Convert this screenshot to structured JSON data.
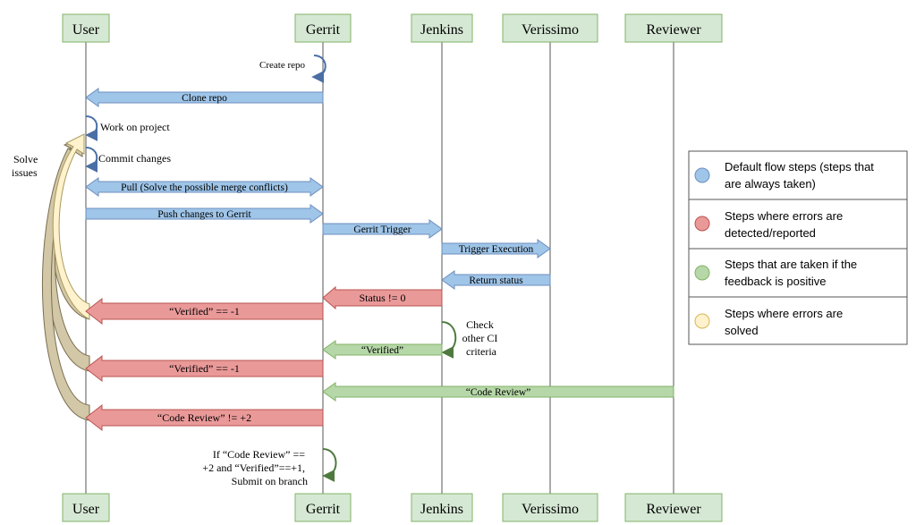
{
  "colors": {
    "actor_fill": "#d5e8d4",
    "actor_stroke": "#82b366",
    "blue_fill": "#9fc5e8",
    "blue_stroke": "#6c8ebf",
    "red_fill": "#ea9999",
    "red_stroke": "#b85450",
    "green_fill": "#b6d7a8",
    "green_stroke": "#82b366",
    "yellow_fill": "#fff2cc",
    "yellow_stroke": "#d6b656",
    "tan_fill": "#d2c7a6",
    "lifeline": "#555555",
    "self_arrow": "#6c8ebf",
    "self_arrow_green": "#5c8a4a"
  },
  "actors": [
    {
      "id": "user",
      "label": "User"
    },
    {
      "id": "gerrit",
      "label": "Gerrit"
    },
    {
      "id": "jenkins",
      "label": "Jenkins"
    },
    {
      "id": "verissimo",
      "label": "Verissimo"
    },
    {
      "id": "reviewer",
      "label": "Reviewer"
    }
  ],
  "self_steps": {
    "create_repo": "Create repo",
    "work_on_project": "Work on project",
    "commit_changes": "Commit changes",
    "check_ci": [
      "Check",
      "other CI",
      "criteria"
    ],
    "submit": [
      "If “Code Review” ==",
      "+2 and “Verified”==+1,",
      "Submit on branch"
    ]
  },
  "messages": {
    "clone_repo": "Clone repo",
    "pull": "Pull (Solve the possible merge conflicts)",
    "push": "Push changes to Gerrit",
    "gerrit_trigger": "Gerrit Trigger",
    "trigger_execution": "Trigger Execution",
    "return_status": "Return status",
    "status_ne_0": "Status != 0",
    "verified_m1_a": "“Verified” == -1",
    "verified": "“Verified”",
    "verified_m1_b": "“Verified” == -1",
    "code_review": "“Code Review”",
    "code_review_ne_2": "“Code Review” != +2"
  },
  "solve_issues": [
    "Solve",
    "issues"
  ],
  "legend": [
    {
      "color": "blue",
      "lines": [
        "Default flow steps (steps that",
        "are always taken)"
      ]
    },
    {
      "color": "red",
      "lines": [
        "Steps where errors are",
        "detected/reported"
      ]
    },
    {
      "color": "green",
      "lines": [
        "Steps that are taken if the",
        "feedback is positive"
      ]
    },
    {
      "color": "yellow",
      "lines": [
        "Steps where errors are",
        "solved"
      ]
    }
  ]
}
